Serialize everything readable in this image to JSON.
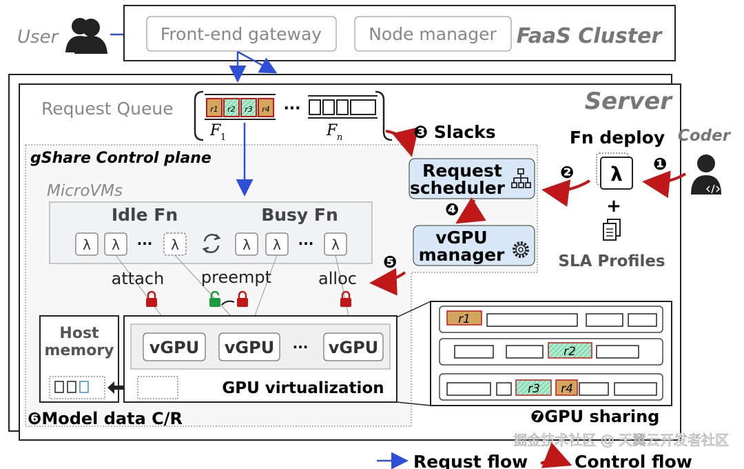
{
  "user": {
    "label": "User"
  },
  "cluster": {
    "title": "FaaS Cluster",
    "gateway": "Front-end gateway",
    "node_manager": "Node manager"
  },
  "server": {
    "title": "Server"
  },
  "queue": {
    "label": "Request Queue",
    "requests": [
      "r1",
      "r2",
      "r3",
      "r4"
    ],
    "f1": "F",
    "f1_sub": "1",
    "fn": "F",
    "fn_sub": "n",
    "ellipsis": "···"
  },
  "control_plane": {
    "title": "gShare Control plane",
    "microvms": "MicroVMs",
    "idle": "Idle Fn",
    "busy": "Busy Fn",
    "lambda": "λ",
    "ellipsis": "···",
    "attach": "attach",
    "preempt": "preempt",
    "alloc": "alloc"
  },
  "host_memory": {
    "label_1": "Host",
    "label_2": "memory"
  },
  "gpu_virt": {
    "vgpu": "vGPU",
    "ellipsis": "···",
    "label": "GPU virtualization"
  },
  "steps": {
    "s1": "❶",
    "s2": "❷",
    "s3": "❸",
    "s4": "❹",
    "s5": "❺",
    "s6": "❻",
    "s7": "❼",
    "slacks": "Slacks",
    "fn_deploy": "Fn deploy",
    "model_cr": "Model data C/R",
    "gpu_sharing": "GPU sharing"
  },
  "scheduler": {
    "line1": "Request",
    "line2": "scheduler"
  },
  "vgpu_manager": {
    "line1": "vGPU",
    "line2": "manager"
  },
  "coder": {
    "label": "Coder"
  },
  "deploy": {
    "lambda": "λ",
    "plus": "+",
    "sla": "SLA Profiles"
  },
  "gpu_sharing": {
    "rows": [
      [
        "r1"
      ],
      [
        "r2"
      ],
      [
        "r3",
        "r4"
      ]
    ]
  },
  "legend": {
    "request_flow": "Requst flow",
    "control_flow": "Control flow"
  },
  "watermark": "掘金技术社区 @ 天翼云开发者社区",
  "colors": {
    "request_flow": "#2f4fd8",
    "control_flow": "#c01818",
    "r_orange": "#d4a55c",
    "r_green": "#9be0b5",
    "box_blue": "#d8e8f8"
  }
}
